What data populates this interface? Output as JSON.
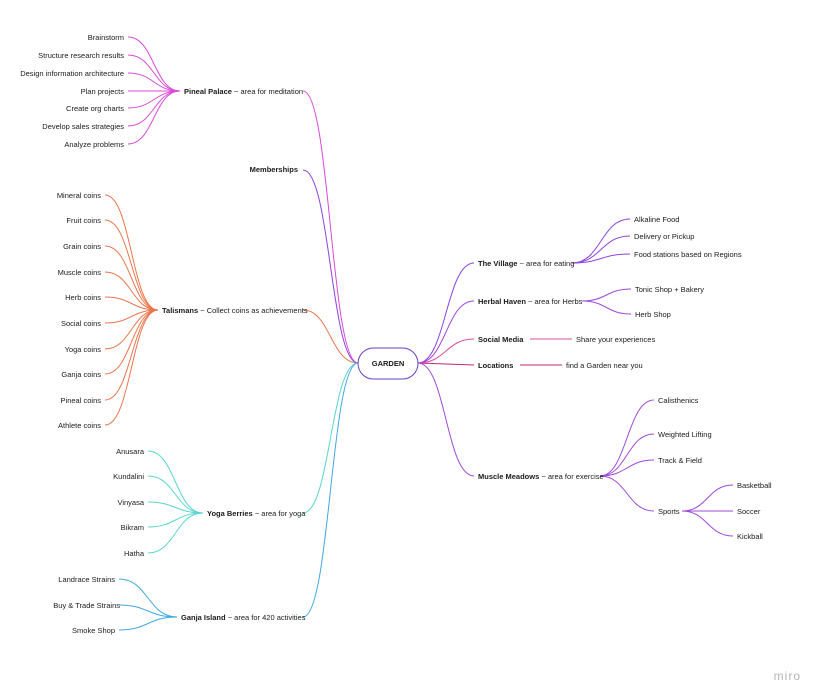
{
  "root": {
    "label": "GARDEN"
  },
  "watermark": "miro",
  "colors": {
    "magenta": "#d84bd8",
    "violet": "#8e44dd",
    "orange": "#e8764d",
    "cyan": "#5ad6cc",
    "blue": "#3fa9e0",
    "purple": "#a04ad8",
    "pink": "#d94fa8",
    "crimson": "#c0287a"
  },
  "branches": {
    "pineal": {
      "title": "Pineal Palace",
      "desc": "~ area for meditation",
      "children": [
        "Brainstorm",
        "Structure research results",
        "Design information architecture",
        "Plan projects",
        "Create org charts",
        "Develop sales strategies",
        "Analyze problems"
      ]
    },
    "memberships": {
      "title": "Memberships"
    },
    "talismans": {
      "title": "Talismans",
      "desc": "~ Collect coins as achievements",
      "children": [
        "Mineral coins",
        "Fruit coins",
        "Grain coins",
        "Muscle coins",
        "Herb coins",
        "Social coins",
        "Yoga coins",
        "Ganja coins",
        "Pineal coins",
        "Athlete coins"
      ]
    },
    "yoga": {
      "title": "Yoga Berries",
      "desc": "~ area for yoga",
      "children": [
        "Anusara",
        "Kundalini",
        "Vinyasa",
        "Bikram",
        "Hatha"
      ]
    },
    "ganja": {
      "title": "Ganja Island",
      "desc": "~ area for 420 activities",
      "children": [
        "Landrace Strains",
        "Buy & Trade Strains",
        "Smoke Shop"
      ]
    },
    "village": {
      "title": "The Village",
      "desc": "~ area for eating",
      "children": [
        "Alkaline Food",
        "Delivery or Pickup",
        "Food stations based on Regions"
      ]
    },
    "herbal": {
      "title": "Herbal Haven",
      "desc": "~ area for Herbs",
      "children": [
        "Tonic Shop + Bakery",
        "Herb Shop"
      ]
    },
    "social": {
      "title": "Social Media",
      "children": [
        "Share your experiences"
      ]
    },
    "locations": {
      "title": "Locations",
      "children": [
        "find a Garden near you"
      ]
    },
    "muscle": {
      "title": "Muscle Meadows",
      "desc": "~ area for exercise",
      "children": [
        "Calisthenics",
        "Weighted Lifting",
        "Track & Field",
        "Sports"
      ],
      "sports": [
        "Basketball",
        "Soccer",
        "Kickball"
      ]
    }
  }
}
